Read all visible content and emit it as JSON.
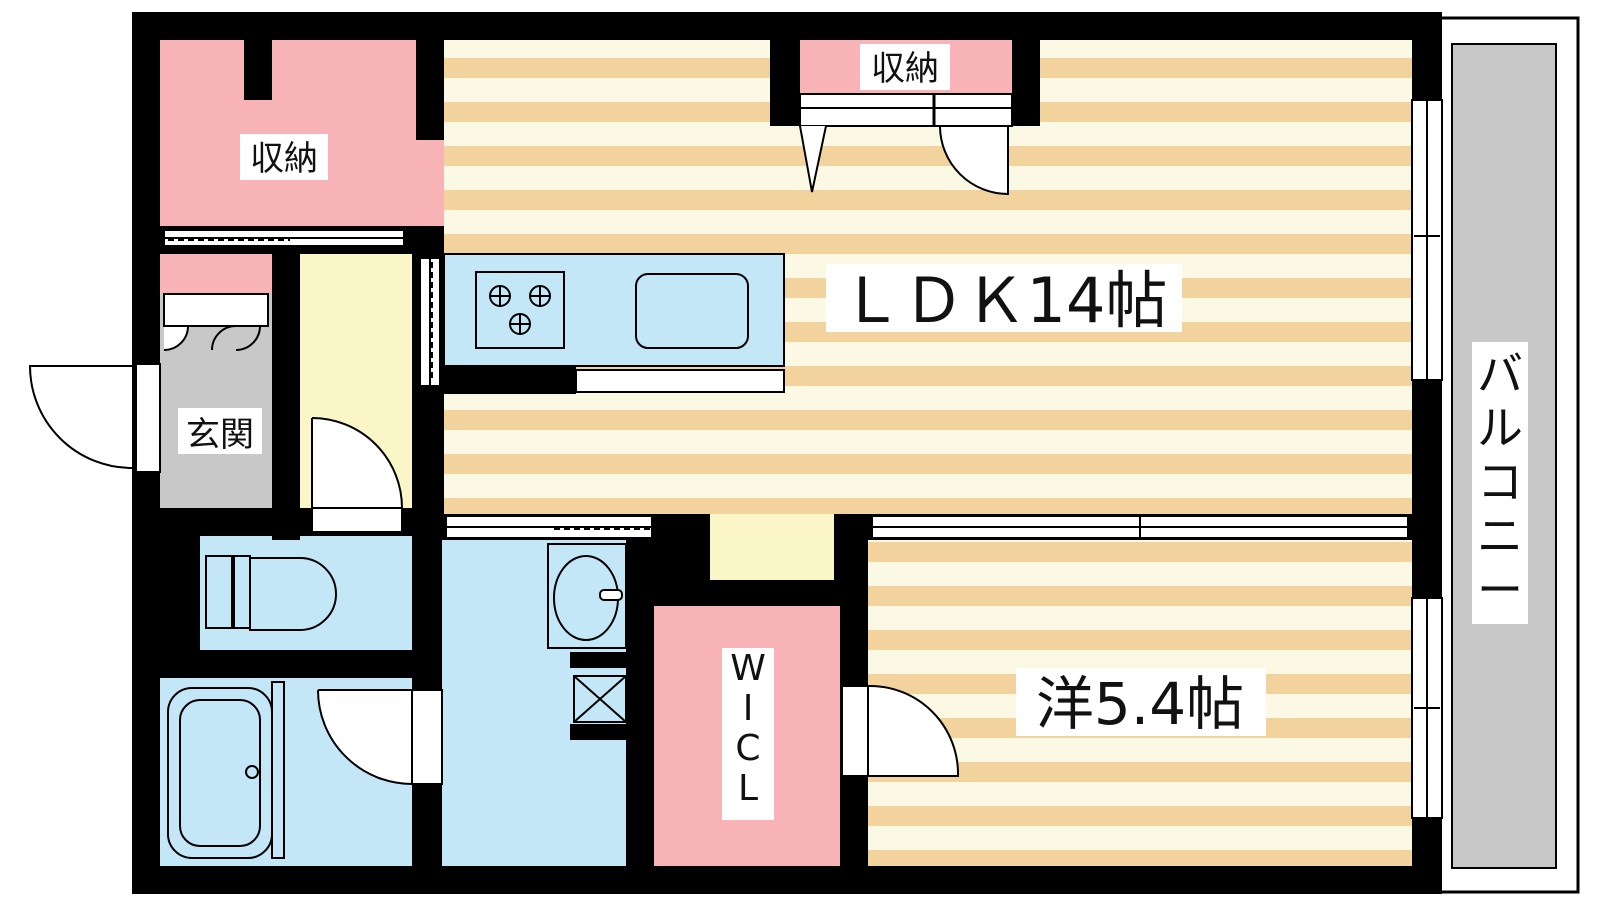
{
  "rooms": {
    "storage_top_left": "収納",
    "storage_top_center": "収納",
    "ldk": "ＬＤＫ14帖",
    "entrance": "玄関",
    "walk_in_closet": "W\nI\nC\nL",
    "western_room": "洋5.4帖",
    "balcony": "バ\nル\nコ\nニ\nー"
  },
  "colors": {
    "wall": "#000000",
    "storage": "#f7b3b5",
    "flooring_stripe": "#f2d29d",
    "flooring_base": "#fbf9e3",
    "wet_area": "#c4e7f7",
    "entrance_floor": "#c8c8c8",
    "corridor": "#fbf6c8",
    "balcony": "#c8c8c8"
  }
}
